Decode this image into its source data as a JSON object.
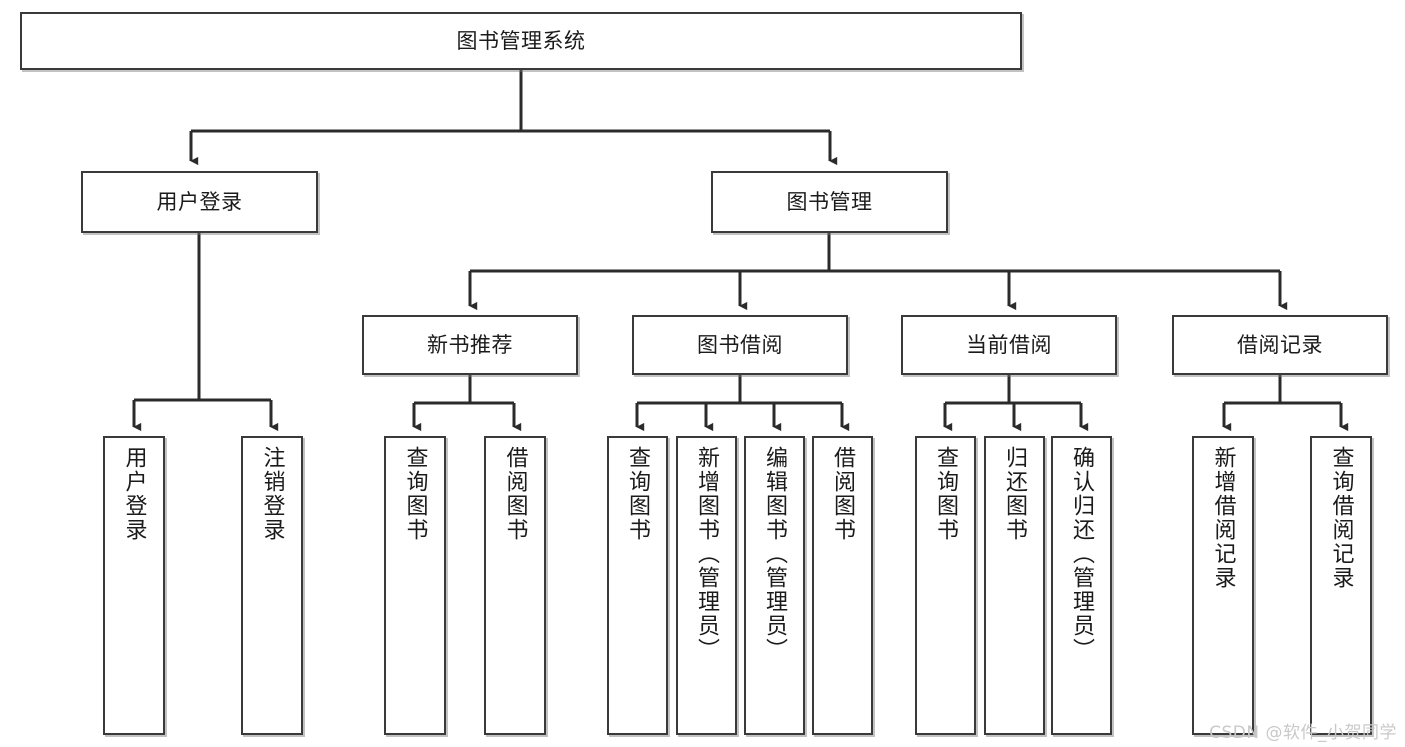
{
  "diagram": {
    "type": "tree-hierarchy",
    "title": "图书管理系统",
    "watermark": "CSDN @软件_小贺同学",
    "colors": {
      "box_border": "#3a3a3a",
      "box_fill": "#ffffff",
      "connector": "#2b2b2b",
      "text": "#1b1b1b",
      "watermark": "#c9c9c9"
    },
    "levels": {
      "root": {
        "label": "图书管理系统"
      },
      "modules": [
        {
          "label": "用户登录"
        },
        {
          "label": "图书管理"
        }
      ],
      "submodules": [
        {
          "label": "新书推荐"
        },
        {
          "label": "图书借阅"
        },
        {
          "label": "当前借阅"
        },
        {
          "label": "借阅记录"
        }
      ],
      "leaves": [
        {
          "label": "用户登录",
          "parent": "用户登录"
        },
        {
          "label": "注销登录",
          "parent": "用户登录"
        },
        {
          "label": "查询图书",
          "parent": "新书推荐"
        },
        {
          "label": "借阅图书",
          "parent": "新书推荐"
        },
        {
          "label": "查询图书",
          "parent": "图书借阅"
        },
        {
          "label": "新增图书（管理员）",
          "parent": "图书借阅"
        },
        {
          "label": "编辑图书（管理员）",
          "parent": "图书借阅"
        },
        {
          "label": "借阅图书",
          "parent": "图书借阅"
        },
        {
          "label": "查询图书",
          "parent": "当前借阅"
        },
        {
          "label": "归还图书",
          "parent": "当前借阅"
        },
        {
          "label": "确认归还（管理员）",
          "parent": "当前借阅"
        },
        {
          "label": "新增借阅记录",
          "parent": "借阅记录"
        },
        {
          "label": "查询借阅记录",
          "parent": "借阅记录"
        }
      ]
    }
  }
}
